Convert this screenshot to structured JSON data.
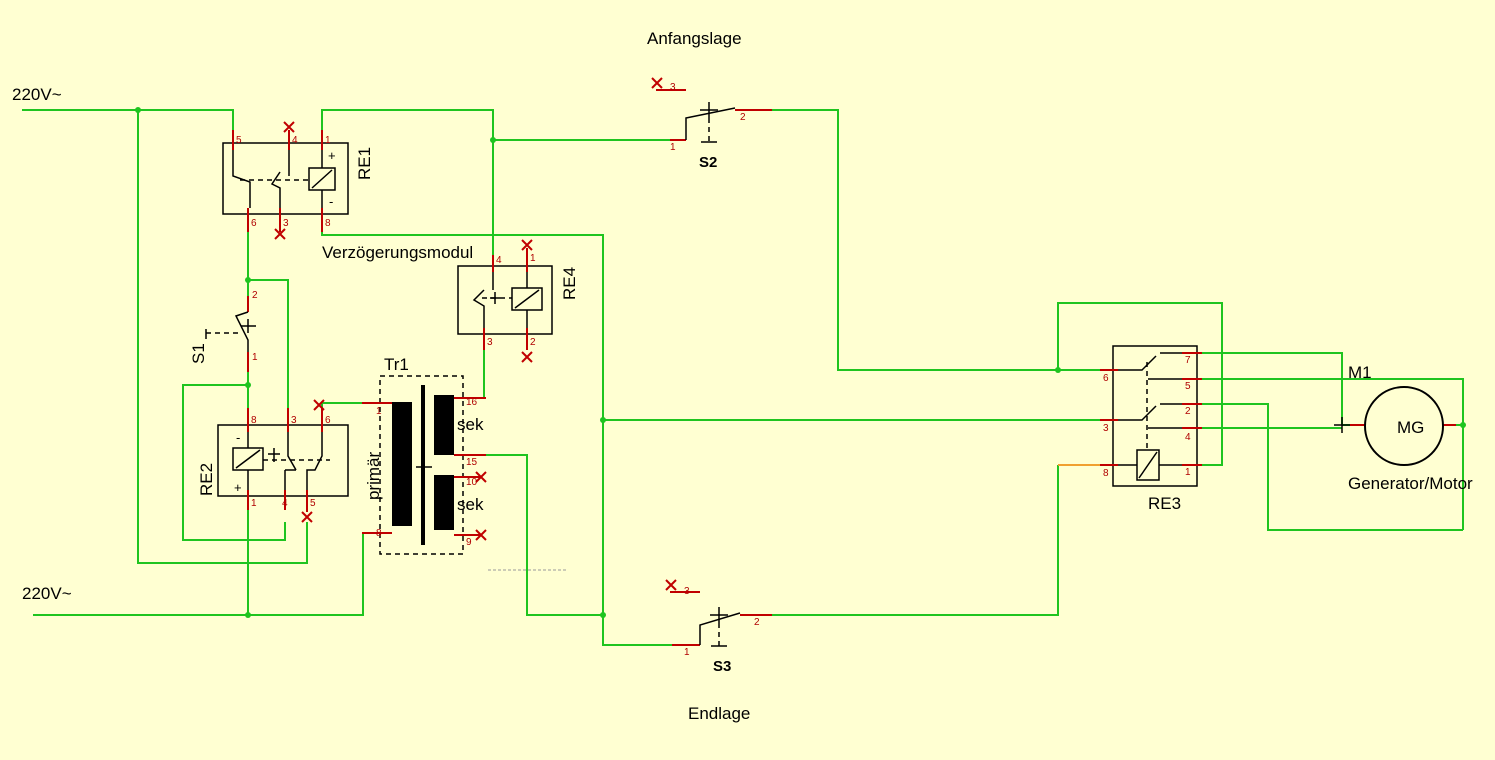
{
  "supply": {
    "top": "220V~",
    "bottom": "220V~"
  },
  "relays": {
    "re1": {
      "name": "RE1",
      "pins": [
        "5",
        "4",
        "1",
        "+",
        "6",
        "3",
        "8",
        "-"
      ]
    },
    "re2": {
      "name": "RE2",
      "pins": [
        "8",
        "3",
        "6",
        "-",
        "+",
        "1",
        "4",
        "5"
      ]
    },
    "re3": {
      "name": "RE3",
      "pins": [
        "7",
        "5",
        "2",
        "4",
        "1",
        "6",
        "3",
        "8"
      ]
    },
    "re4": {
      "name": "RE4",
      "pins": [
        "4",
        "1",
        "3",
        "2"
      ],
      "module": "Verzögerungsmodul"
    }
  },
  "switches": {
    "s1": {
      "name": "S1",
      "pins": [
        "2",
        "1"
      ]
    },
    "s2": {
      "name": "S2",
      "caption": "Anfangslage",
      "pins": [
        "3",
        "2",
        "1"
      ]
    },
    "s3": {
      "name": "S3",
      "caption": "Endlage",
      "pins": [
        "3",
        "2",
        "1"
      ]
    }
  },
  "transformer": {
    "name": "Tr1",
    "primary": "primär",
    "secondary_top": "sek",
    "secondary_bottom": "sek",
    "pins": [
      "1",
      "8",
      "16",
      "15",
      "10",
      "9"
    ]
  },
  "motor": {
    "name": "M1",
    "symbol": "MG",
    "caption": "Generator/Motor"
  },
  "colors": {
    "wire": "#1fc41f",
    "pin": "#c00000",
    "wire_alt": "#f0a030",
    "background": "#ffffd2"
  }
}
